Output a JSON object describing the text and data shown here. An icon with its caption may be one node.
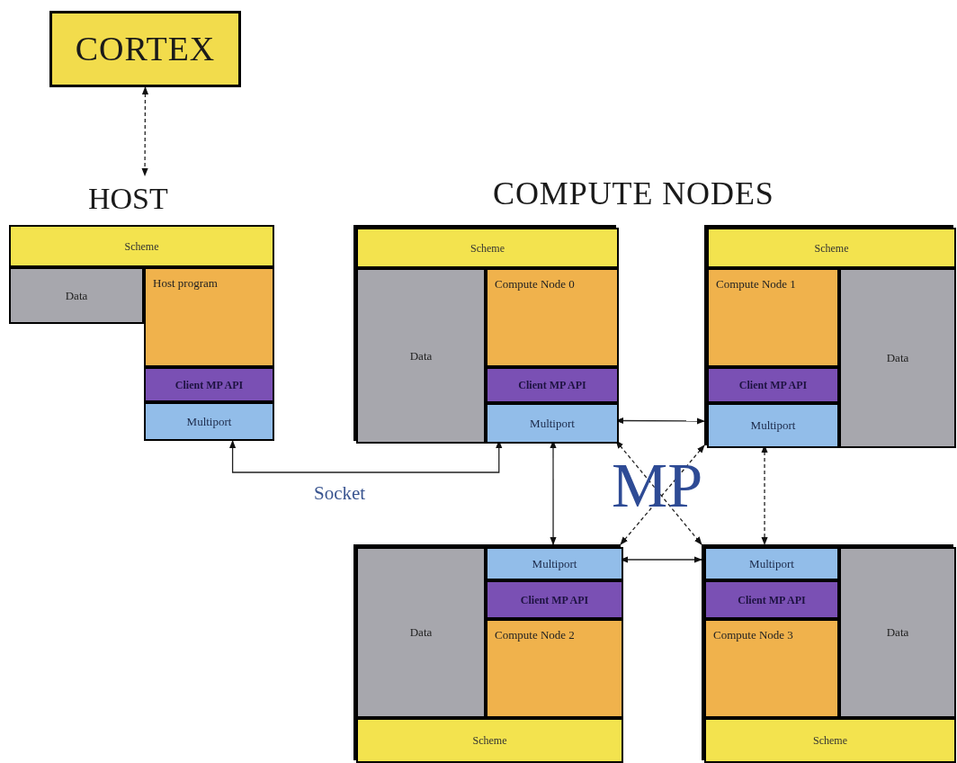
{
  "diagram": {
    "nodes": [
      {
        "text": [
          "CORTEX"
        ]
      },
      {
        "text": [
          "HOST"
        ]
      },
      {
        "text": [
          "Scheme"
        ],
        "in": 1
      },
      {
        "text": [
          "Data"
        ],
        "in": 1
      },
      {
        "text": [
          "Host program"
        ],
        "in": 1
      },
      {
        "text": [
          "Client MP API"
        ],
        "in": 1
      },
      {
        "text": [
          "Multiport"
        ],
        "in": 1
      },
      {
        "text": [],
        "shape": "box"
      },
      {
        "text": [
          "Scheme"
        ],
        "in": 7
      },
      {
        "text": [
          "Data"
        ],
        "in": 7
      },
      {
        "text": [
          "Compute Node 0"
        ],
        "in": 7
      },
      {
        "text": [
          "Client MP API"
        ],
        "in": 7
      },
      {
        "text": [
          "Multiport"
        ],
        "in": 7
      },
      {
        "text": [],
        "shape": "box"
      },
      {
        "text": [
          "Scheme"
        ],
        "in": 13
      },
      {
        "text": [
          "Compute Node 1"
        ],
        "in": 13
      },
      {
        "text": [
          "Client MP API"
        ],
        "in": 13
      },
      {
        "text": [
          "Multiport"
        ],
        "in": 13
      },
      {
        "text": [
          "Data"
        ],
        "in": 13
      },
      {
        "text": [],
        "shape": "box"
      },
      {
        "text": [
          "Data"
        ],
        "in": 19
      },
      {
        "text": [
          "Multiport"
        ],
        "in": 19
      },
      {
        "text": [
          "Client MP API"
        ],
        "in": 19
      },
      {
        "text": [
          "Compute Node 2"
        ],
        "in": 19
      },
      {
        "text": [
          "Scheme"
        ],
        "in": 19
      },
      {
        "text": [],
        "shape": "box"
      },
      {
        "text": [
          "Multiport"
        ],
        "in": 25
      },
      {
        "text": [
          "Client MP API"
        ],
        "in": 25
      },
      {
        "text": [
          "Compute Node 3"
        ],
        "in": 25
      },
      {
        "text": [
          "Data"
        ],
        "in": 25
      },
      {
        "text": [
          "Scheme"
        ],
        "in": 25
      }
    ],
    "edges": [
      {
        "from": 0,
        "to": 1,
        "arrow": "both",
        "style": "dashed"
      },
      {
        "from": 12,
        "to": 6,
        "arrow": "both",
        "label": "Socket"
      },
      {
        "from": 12,
        "to": 17,
        "arrow": "both"
      },
      {
        "from": 12,
        "to": 21,
        "arrow": "both"
      },
      {
        "from": 17,
        "to": 26,
        "arrow": "both",
        "style": "dashed"
      },
      {
        "from": 21,
        "to": 26,
        "arrow": "both"
      },
      {
        "from": 12,
        "to": 26,
        "arrow": "both",
        "style": "dashed"
      },
      {
        "from": 17,
        "to": 21,
        "arrow": "both",
        "style": "dashed"
      }
    ],
    "labels": [
      "COMPUTE NODES",
      "MP"
    ]
  }
}
